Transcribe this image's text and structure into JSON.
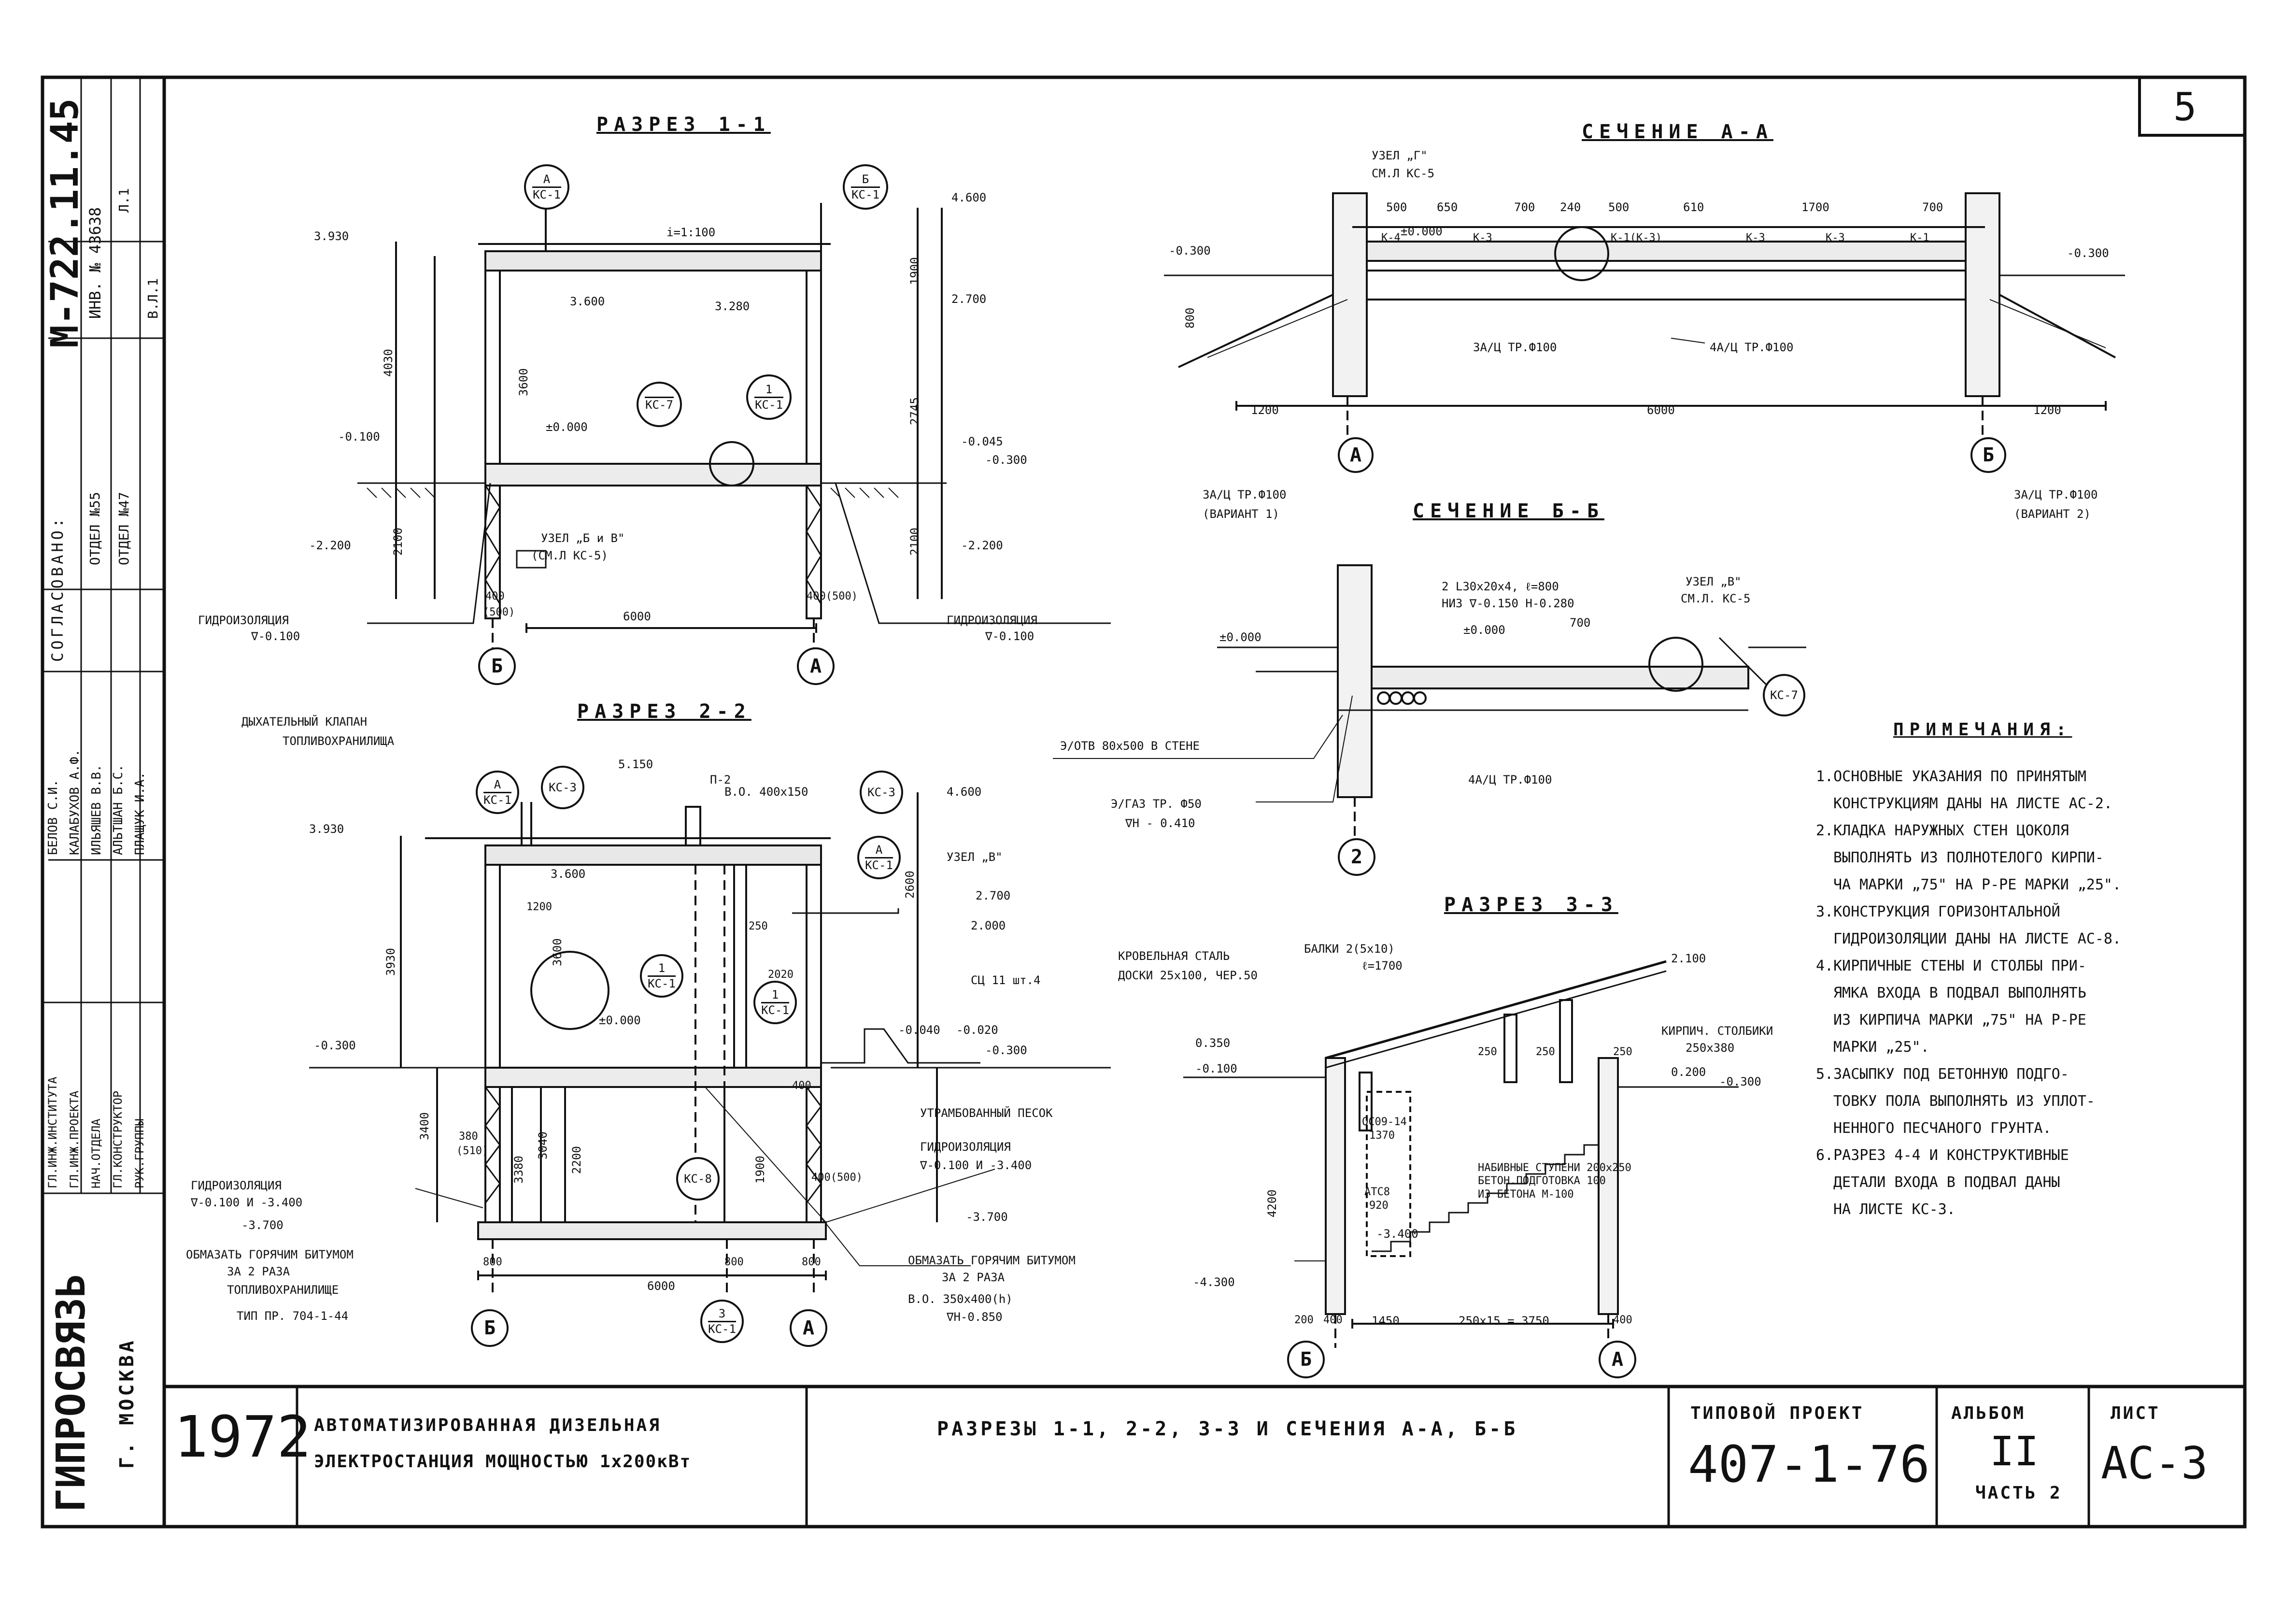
{
  "sheet_no": "5",
  "stamp": {
    "code": "М-722.11.45",
    "inv": "ИНВ. № 43638",
    "l": "Л.1",
    "v": "В.Л.1",
    "agreed": "СОГЛАСОВАНО:",
    "dept1": "ОТДЕЛ №55",
    "dept2": "ОТДЕЛ №47",
    "org": "ГИПРОСВЯЗЬ",
    "city": "Г. МОСКВА",
    "roles": [
      "ГЛ.ИНЖ.ИНСТИТУТА",
      "ГЛ.ИНЖ.ПРОЕКТА",
      "НАЧ.ОТДЕЛА",
      "ГЛ.КОНСТРУКТОР",
      "РУК.ГРУППЫ"
    ],
    "names": [
      "БЕЛОВ С.И.",
      "КАЛАБУХОВ А.Ф.",
      "ИЛЬЯШЕВ В.В.",
      "АЛЬТШАН Б.С.",
      "ПЛАЩУК И.А."
    ]
  },
  "title_block": {
    "year": "1972",
    "object": [
      "АВТОМАТИЗИРОВАННАЯ ДИЗЕЛЬНАЯ",
      "ЭЛЕКТРОСТАНЦИЯ МОЩНОСТЬЮ 1х200кВт"
    ],
    "sheet_title": "РАЗРЕЗЫ 1-1, 2-2, 3-3 И СЕЧЕНИЯ А-А, Б-Б",
    "project_label": "ТИПОВОЙ ПРОЕКТ",
    "project_no": "407-1-76",
    "album_label": "АЛЬБОМ",
    "album_no": "II",
    "part": "ЧАСТЬ 2",
    "sheet_label": "ЛИСТ",
    "sheet_code": "АС-3"
  },
  "titles": {
    "s11": "РАЗРЕЗ 1-1",
    "s22": "РАЗРЕЗ 2-2",
    "s33": "РАЗРЕЗ 3-3",
    "aa": "СЕЧЕНИЕ А-А",
    "bb": "СЕЧЕНИЕ Б-Б",
    "notes": "ПРИМЕЧАНИЯ:"
  },
  "notes": [
    "1.ОСНОВНЫЕ УКАЗАНИЯ ПО ПРИНЯТЫМ",
    "КОНСТРУКЦИЯМ ДАНЫ НА ЛИСТЕ АС-2.",
    "2.КЛАДКА НАРУЖНЫХ СТЕН ЦОКОЛЯ",
    "ВЫПОЛНЯТЬ ИЗ ПОЛНОТЕЛОГО КИРПИ-",
    "ЧА МАРКИ „75\" НА Р-РЕ МАРКИ „25\".",
    "3.КОНСТРУКЦИЯ ГОРИЗОНТАЛЬНОЙ",
    "ГИДРОИЗОЛЯЦИИ ДАНЫ НА ЛИСТЕ АС-8.",
    "4.КИРПИЧНЫЕ СТЕНЫ И СТОЛБЫ ПРИ-",
    "ЯМКА ВХОДА В ПОДВАЛ ВЫПОЛНЯТЬ",
    "ИЗ КИРПИЧА МАРКИ „75\" НА Р-РЕ",
    "МАРКИ „25\".",
    "5.ЗАСЫПКУ ПОД БЕТОННУЮ ПОДГО-",
    "ТОВКУ ПОЛА ВЫПОЛНЯТЬ ИЗ УПЛОТ-",
    "НЕННОГО ПЕСЧАНОГО ГРУНТА.",
    "6.РАЗРЕЗ 4-4 И КОНСТРУКТИВНЫЕ",
    "ДЕТАЛИ ВХОДА В ПОДВАЛ ДАНЫ",
    "НА ЛИСТЕ КС-3."
  ],
  "s11": {
    "el_top": "4.600",
    "el_left": "3.930",
    "el_mid": "2.700",
    "el_in1": "3.600",
    "el_in2": "3.280",
    "el_floor": "±0.000",
    "el_left_gr": "-0.100",
    "el_right_gr": "-0.300",
    "el_right2": "-0.045",
    "el_base_l": "-2.200",
    "el_base_r": "-2.200",
    "dim_span": "6000",
    "dim_h1": "4030",
    "dim_h2": "3600",
    "dim_h3": "2100",
    "dim_r1": "1900",
    "dim_r2": "2745",
    "dim_r3": "2100",
    "dim_400": "400",
    "dim_400b": "400(500)",
    "dim_500": "(500)",
    "slope": "i=1:100",
    "hydro_l": "ГИДРОИЗОЛЯЦИЯ",
    "hydro_l_el": "∇-0.100",
    "hydro_r": "ГИДРОИЗОЛЯЦИЯ",
    "hydro_r_el": "∇-0.100",
    "node": "УЗЕЛ „Б и В\"",
    "node_ref": "(СМ.Л КС-5)",
    "axis_l": "Б",
    "axis_r": "А",
    "ref_a": [
      "А",
      "КС-1"
    ],
    "ref_b": [
      "Б",
      "КС-1"
    ],
    "ref_7": "КС-7",
    "ref_1": [
      "1",
      "КС-1"
    ]
  },
  "s22": {
    "valve": "ДЫХАТЕЛЬНЫЙ КЛАПАН",
    "valve2": "ТОПЛИВОХРАНИЛИЩА",
    "el_5150": "5.150",
    "el_4600": "4.600",
    "el_3930": "3.930",
    "el_3600": "3.600",
    "el_2700": "2.700",
    "el_2000": "2.000",
    "el_0300": "-0.300",
    "el_0020": "-0.020",
    "el_0040": "-0.040",
    "el_m0300": "-0.300",
    "el_3700": "-3.700",
    "el_3700b": "-3.700",
    "el_floor": "±0.000",
    "p2": "П-2",
    "vent": "В.О. 400х150",
    "node_v": "УЗЕЛ „В\"",
    "cc": "СЦ 11 шт.4",
    "sand": "УТРАМБОВАННЫЙ ПЕСОК",
    "hydro_r": "ГИДРОИЗОЛЯЦИЯ",
    "hydro_r_el": "∇-0.100 И -3.400",
    "hydro_l": "ГИДРОИЗОЛЯЦИЯ",
    "hydro_l_el": "∇-0.100 И -3.400",
    "bit_l": "ОБМАЗАТЬ ГОРЯЧИМ БИТУМОМ",
    "bit_l2": "ЗА 2 РАЗА",
    "bit_r": "ОБМАЗАТЬ ГОРЯЧИМ БИТУМОМ",
    "bit_r2": "ЗА 2 РАЗА",
    "tank": "ТОПЛИВОХРАНИЛИЩЕ",
    "tank_type": "ТИП ПР. 704-1-44",
    "vent2": "В.О. 350х400(h)",
    "vent2_el": "∇Н-0.850",
    "dim_span": "6000",
    "dim_3930": "3930",
    "dim_3400": "3400",
    "dim_380": "380",
    "dim_510": "(510)",
    "dim_3380": "3380",
    "dim_3040": "3040",
    "dim_2200": "2200",
    "dim_1900": "1900",
    "dim_2600": "2600",
    "dim_1200": "1200",
    "dim_2020": "2020",
    "dim_250": "250",
    "dim_3600": "3600",
    "dim_800a": "800",
    "dim_800b": "800",
    "dim_800c": "800",
    "dim_400": "400",
    "dim_400b": "400(500)",
    "axis_l": "Б",
    "axis_r": "А",
    "ref_a": [
      "А",
      "КС-1"
    ],
    "ref_kc3": "КС-3",
    "ref_kc3b": "КС-3",
    "ref_kc8": "КС-8",
    "ref_1": [
      "1",
      "КС-1"
    ],
    "ref_1b": [
      "1",
      "КС-1"
    ],
    "ref_3": [
      "3",
      "КС-1"
    ],
    "ref_a2": [
      "А",
      "КС-1"
    ]
  },
  "aa": {
    "node_g": "УЗЕЛ „Г\"",
    "node_g_ref": "СМ.Л КС-5",
    "d1": "500",
    "d2": "650",
    "d3": "700",
    "d4": "240",
    "d5": "500",
    "d6": "610",
    "d7": "1700",
    "d8": "700",
    "el_l": "-0.300",
    "el_r": "-0.300",
    "el_0": "±0.000",
    "d_800": "800",
    "k4": "К-4",
    "k3": "К-3",
    "k1": "К-1(К-3)",
    "k3b": "К-3",
    "k3c": "К-3",
    "k1b": "К-1",
    "pipe1": "3А/Ц ТР.Ф100",
    "pipe2": "4А/Ц ТР.Ф100",
    "dim_total": "6000",
    "dim_l": "1200",
    "dim_r": "1200",
    "axis_l": "А",
    "axis_r": "Б",
    "var1": "3А/Ц ТР.Ф100",
    "var1b": "(ВАРИАНТ 1)",
    "var2": "3А/Ц ТР.Ф100",
    "var2b": "(ВАРИАНТ 2)"
  },
  "bb": {
    "angle": "2 L30х20х4, ℓ=800",
    "angle2": "НИЗ ∇-0.150 Н-0.280",
    "node_v": "УЗЕЛ „В\"",
    "node_v_ref": "СМ.Л. КС-5",
    "el_0": "±0.000",
    "el_0b": "±0.000",
    "d_700": "700",
    "hole": "Э/ОТВ 80х500 В СТЕНЕ",
    "gas": "Э/ГАЗ ТР. Ф50",
    "gas_el": "∇Н - 0.410",
    "pipe": "4А/Ц ТР.Ф100",
    "axis": "2",
    "ref_kc7": "КС-7"
  },
  "s33": {
    "roof": "КРОВЕЛЬНАЯ СТАЛЬ",
    "board": "ДОСКИ 25х100, ЧЕР.50",
    "beam": "БАЛКИ 2(5х10)",
    "beam_l": "ℓ=1700",
    "brick": "КИРПИЧ. СТОЛБИКИ",
    "brick2": "250х380",
    "steps": "НАБИВНЫЕ СТУПЕНИ 200х250",
    "steps2": "БЕТОН.ПОДГОТОВКА 100",
    "steps3": "ИЗ БЕТОНА М-100",
    "el_2100": "2.100",
    "el_0350": "0.350",
    "el_0100": "-0.100",
    "el_0200": "0.200",
    "el_m0300": "-0.300",
    "el_4300": "-4.300",
    "el_3400": "-3.400",
    "d_4200": "4200",
    "d_1450": "1450",
    "d_3750": "250х15 = 3750",
    "d_200": "200",
    "d_400": "400",
    "d_400b": "400",
    "d_250": "250",
    "d_250b": "250",
    "d_250c": "250",
    "door": "ОС09-14",
    "door2": "1370",
    "door3": "АТС8",
    "door4": "920",
    "axis_l": "Б",
    "axis_r": "А"
  }
}
